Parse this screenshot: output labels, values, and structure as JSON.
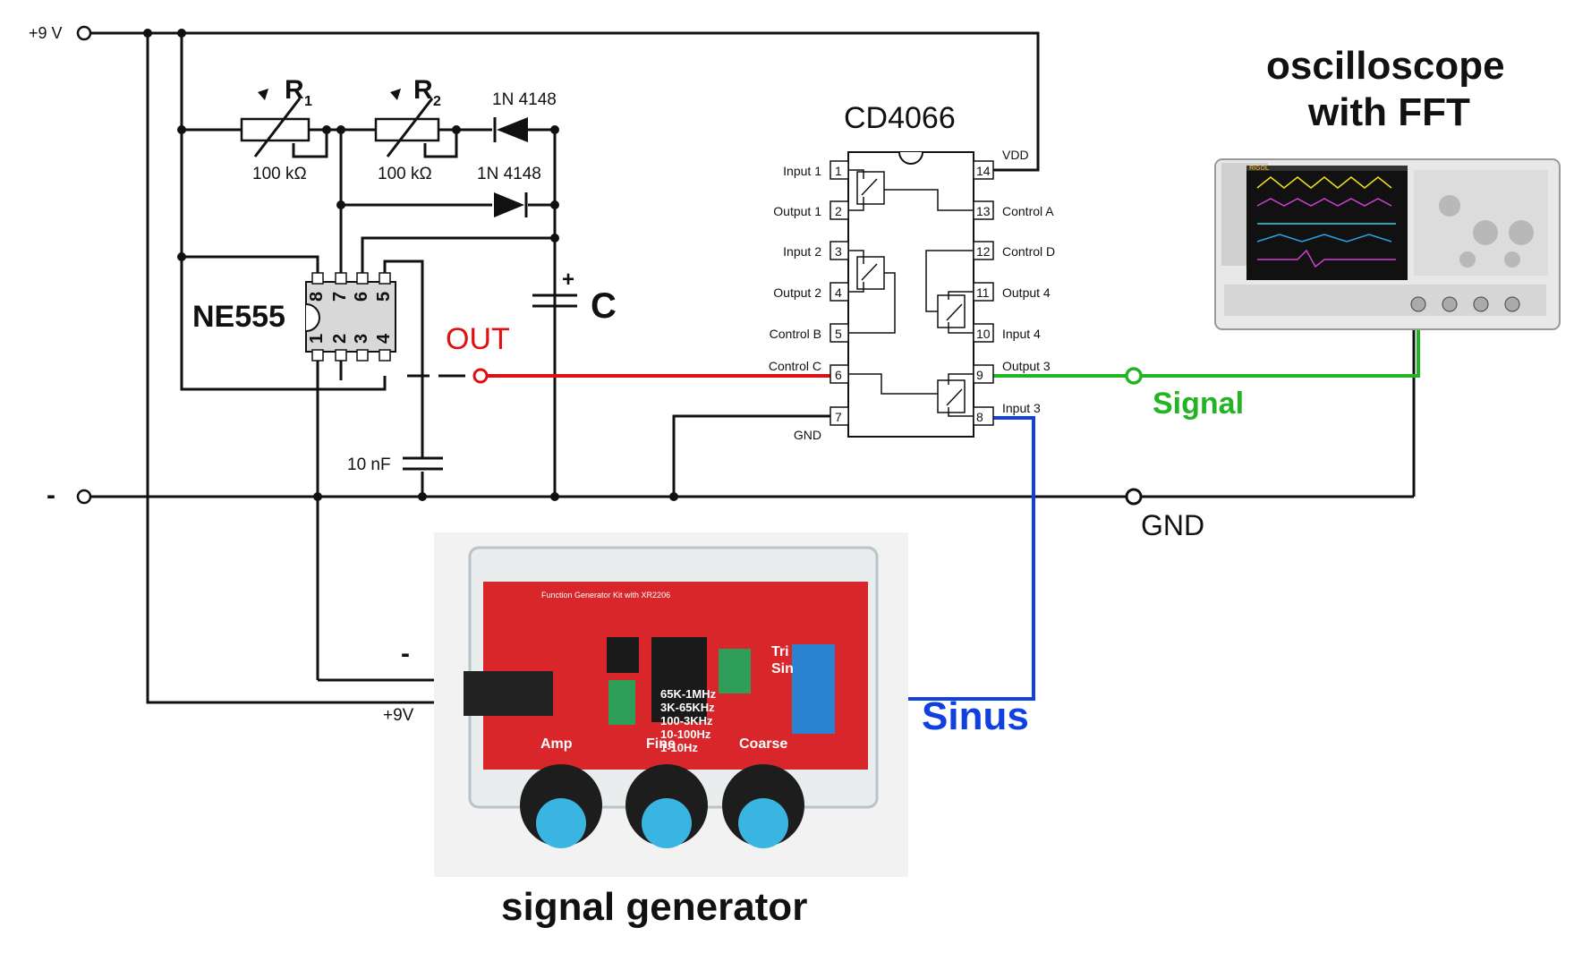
{
  "supply": {
    "plus_label": "+9 V",
    "minus_label": "-"
  },
  "resistors": [
    {
      "name": "R",
      "sub": "1",
      "value": "100 kΩ"
    },
    {
      "name": "R",
      "sub": "2",
      "value": "100 kΩ"
    }
  ],
  "diodes": [
    {
      "label": "1N 4148"
    },
    {
      "label": "1N 4148"
    }
  ],
  "timer": {
    "label": "NE555",
    "pins": [
      "8",
      "7",
      "6",
      "5",
      "1",
      "2",
      "3",
      "4"
    ]
  },
  "capacitors": {
    "main_label": "C",
    "small_label": "10 nF"
  },
  "out_label": "OUT",
  "switch_ic": {
    "title": "CD4066",
    "left_pins": [
      {
        "num": "1",
        "name": "Input 1"
      },
      {
        "num": "2",
        "name": "Output 1"
      },
      {
        "num": "3",
        "name": "Input 2"
      },
      {
        "num": "4",
        "name": "Output 2"
      },
      {
        "num": "5",
        "name": "Control B"
      },
      {
        "num": "6",
        "name": "Control C"
      },
      {
        "num": "7",
        "name": "GND"
      }
    ],
    "right_pins": [
      {
        "num": "14",
        "name": "VDD"
      },
      {
        "num": "13",
        "name": "Control A"
      },
      {
        "num": "12",
        "name": "Control D"
      },
      {
        "num": "11",
        "name": "Output 4"
      },
      {
        "num": "10",
        "name": "Input 4"
      },
      {
        "num": "9",
        "name": "Output 3"
      },
      {
        "num": "8",
        "name": "Input 3"
      }
    ]
  },
  "oscilloscope": {
    "title_line1": "oscilloscope",
    "title_line2": "with FFT",
    "brand": "RIGOL"
  },
  "signal_label": "Signal",
  "gnd_label": "GND",
  "sinus_label": "Sinus",
  "generator": {
    "title": "signal generator",
    "minus_label": "-",
    "plus_label": "+9V",
    "board_label": "Function Generator Kit with XR2206",
    "knobs": [
      "Amp",
      "Fine",
      "Coarse"
    ],
    "ranges": [
      "65K-1MHz",
      "3K-65KHz",
      "100-3KHz",
      "10-100Hz",
      "1-10Hz"
    ],
    "waves": [
      "Tri",
      "Sin"
    ]
  },
  "colors": {
    "out_wire": "#e01010",
    "signal_wire": "#22b422",
    "sinus_wire": "#1040e0",
    "board": "#d8262b",
    "knob_cap": "#3ab4e0"
  }
}
